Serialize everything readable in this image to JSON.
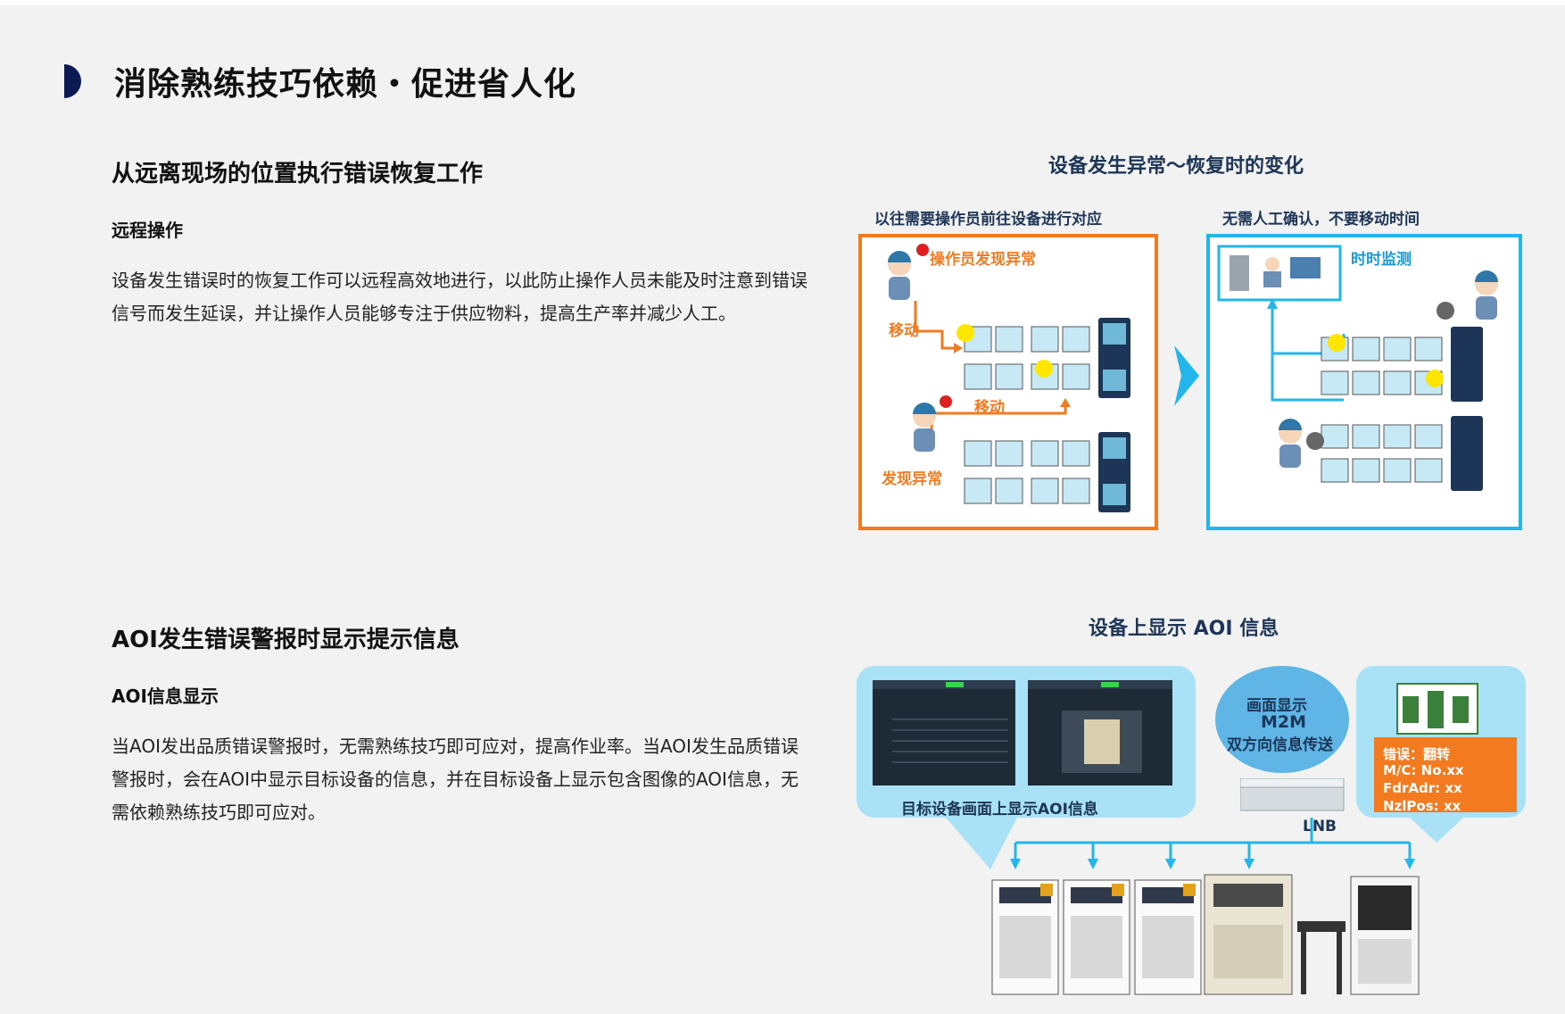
{
  "section": {
    "title": "消除熟练技巧依赖・促进省人化"
  },
  "block1": {
    "heading": "从远离现场的位置执行错误恢复工作",
    "subheading": "远程操作",
    "body": "设备发生错误时的恢复工作可以远程高效地进行，以此防止操作人员未能及时注意到错误信号而发生延误，并让操作人员能够专注于供应物料，提高生产率并减少人工。"
  },
  "figure1": {
    "title": "设备发生异常～恢复时的变化",
    "left_caption": "以往需要操作员前往设备进行对应",
    "right_caption": "无需人工确认，不要移动时间",
    "label_operator_found": "操作员发现异常",
    "label_move_1": "移动",
    "label_move_2": "移动",
    "label_found": "发现异常",
    "label_monitor": "时时监测"
  },
  "block2": {
    "heading": "AOI发生错误警报时显示提示信息",
    "subheading": "AOI信息显示",
    "body": "当AOI发出品质错误警报时，无需熟练技巧即可应对，提高作业率。当AOI发生品质错误警报时，会在AOI中显示目标设备的信息，并在目标设备上显示包含图像的AOI信息，无需依赖熟练技巧即可应对。"
  },
  "figure2": {
    "title": "设备上显示 AOI 信息",
    "screen_caption": "目标设备画面上显示AOI信息",
    "m2m_line1": "画面显示",
    "m2m_line2": "M2M",
    "m2m_line3": "双方向信息传送",
    "lnb_label": "LNB",
    "error_line1": "错误：翻转",
    "error_line2": "M/C:  No.xx",
    "error_line3": "FdrAdr:  xx",
    "error_line4": "NzlPos:  xx"
  },
  "colors": {
    "accent_navy": "#0b1a52",
    "orange": "#f47a20",
    "cyan": "#22b6ea",
    "bubble": "#a9e2f7"
  }
}
